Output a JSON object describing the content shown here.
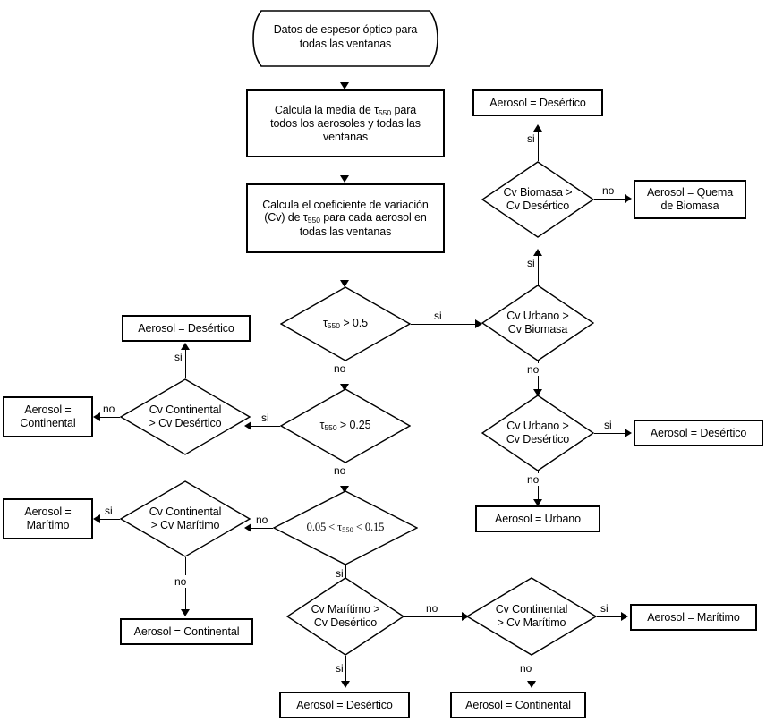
{
  "diagram": {
    "title": "Diagrama de flujo de clasificacion de aerosoles",
    "language": "es",
    "stroke_color": "#000000",
    "background_color": "#ffffff"
  },
  "nodes": {
    "start_data": {
      "type": "document",
      "line1": "Datos de espesor óptico para",
      "line2": "todas las ventanas"
    },
    "proc_mean": {
      "type": "process",
      "line1": "Calcula la media de ",
      "tau": "τ",
      "tau_sub": "550",
      "line1b": " para",
      "line2": "todos los aerosoles y todas las",
      "line3": "ventanas"
    },
    "proc_cv": {
      "type": "process",
      "line1": "Calcula el coeficiente de variación",
      "line2a": "(Cv) de ",
      "tau": "τ",
      "tau_sub": "550",
      "line2b": " para cada aerosol en",
      "line3": "todas las ventanas"
    },
    "dec_tau05": {
      "type": "decision",
      "expr_pre": "τ",
      "expr_sub": "550",
      "expr_post": " > 0.5"
    },
    "dec_tau025": {
      "type": "decision",
      "expr_pre": "τ",
      "expr_sub": "550",
      "expr_post": " > 0.25"
    },
    "dec_tau_range": {
      "type": "decision",
      "expr_pre": "0.05 < τ",
      "expr_sub": "550",
      "expr_post": " < 0.15"
    },
    "dec_cv_urbano_biomasa": {
      "type": "decision",
      "line1": "Cv Urbano >",
      "line2": "Cv Biomasa"
    },
    "dec_cv_biomasa_desertico": {
      "type": "decision",
      "line1": "Cv Biomasa >",
      "line2": "Cv Desértico"
    },
    "dec_cv_urbano_desertico": {
      "type": "decision",
      "line1": "Cv Urbano >",
      "line2": "Cv Desértico"
    },
    "dec_cv_continental_desertico": {
      "type": "decision",
      "line1": "Cv Continental",
      "line2": "> Cv Desértico"
    },
    "dec_cv_continental_maritimo_left": {
      "type": "decision",
      "line1": "Cv Continental",
      "line2": "> Cv Marítimo"
    },
    "dec_cv_maritimo_desertico": {
      "type": "decision",
      "line1": "Cv Marítimo >",
      "line2": "Cv Desértico"
    },
    "dec_cv_continental_maritimo_bottom": {
      "type": "decision",
      "line1": "Cv Continental",
      "line2": "> Cv Marítimo"
    },
    "out_desertico_top_right": {
      "type": "terminal",
      "text": "Aerosol =  Desértico"
    },
    "out_quema_biomasa": {
      "type": "terminal",
      "line1": "Aerosol = Quema",
      "line2": "de Biomasa"
    },
    "out_desertico_right": {
      "type": "terminal",
      "text": "Aerosol =  Desértico"
    },
    "out_urbano": {
      "type": "terminal",
      "text": "Aerosol =  Urbano"
    },
    "out_desertico_left": {
      "type": "terminal",
      "text": "Aerosol =  Desértico"
    },
    "out_continental_left": {
      "type": "terminal",
      "line1": "Aerosol =",
      "line2": "Continental"
    },
    "out_maritimo_left": {
      "type": "terminal",
      "line1": "Aerosol =",
      "line2": "Marítimo"
    },
    "out_continental_mid_left": {
      "type": "terminal",
      "text": "Aerosol =  Continental"
    },
    "out_desertico_bottom": {
      "type": "terminal",
      "text": "Aerosol =  Desértico"
    },
    "out_continental_bottom": {
      "type": "terminal",
      "text": "Aerosol =  Continental"
    },
    "out_maritimo_bottom_right": {
      "type": "terminal",
      "text": "Aerosol =  Marítimo"
    }
  },
  "edge_labels": {
    "si": "si",
    "no": "no",
    "tau05_si": "si",
    "tau05_no": "no",
    "tau025_si": "si",
    "tau025_no": "no",
    "range_si": "si",
    "urbano_biomasa_no": "no",
    "biomasa_desertico_si_in": "si",
    "biomasa_desertico_si_out": "si",
    "biomasa_desertico_no": "no",
    "urbano_desertico_si": "si",
    "urbano_desertico_no": "no",
    "cont_des_si": "si",
    "cont_des_no": "no",
    "cont_mar_si": "si",
    "cont_mar_no_in": "no",
    "cont_mar_no_out": "no",
    "mar_des_no": "no",
    "mar_des_si": "si",
    "cont_mar_b_si": "si",
    "cont_mar_b_no": "no"
  }
}
